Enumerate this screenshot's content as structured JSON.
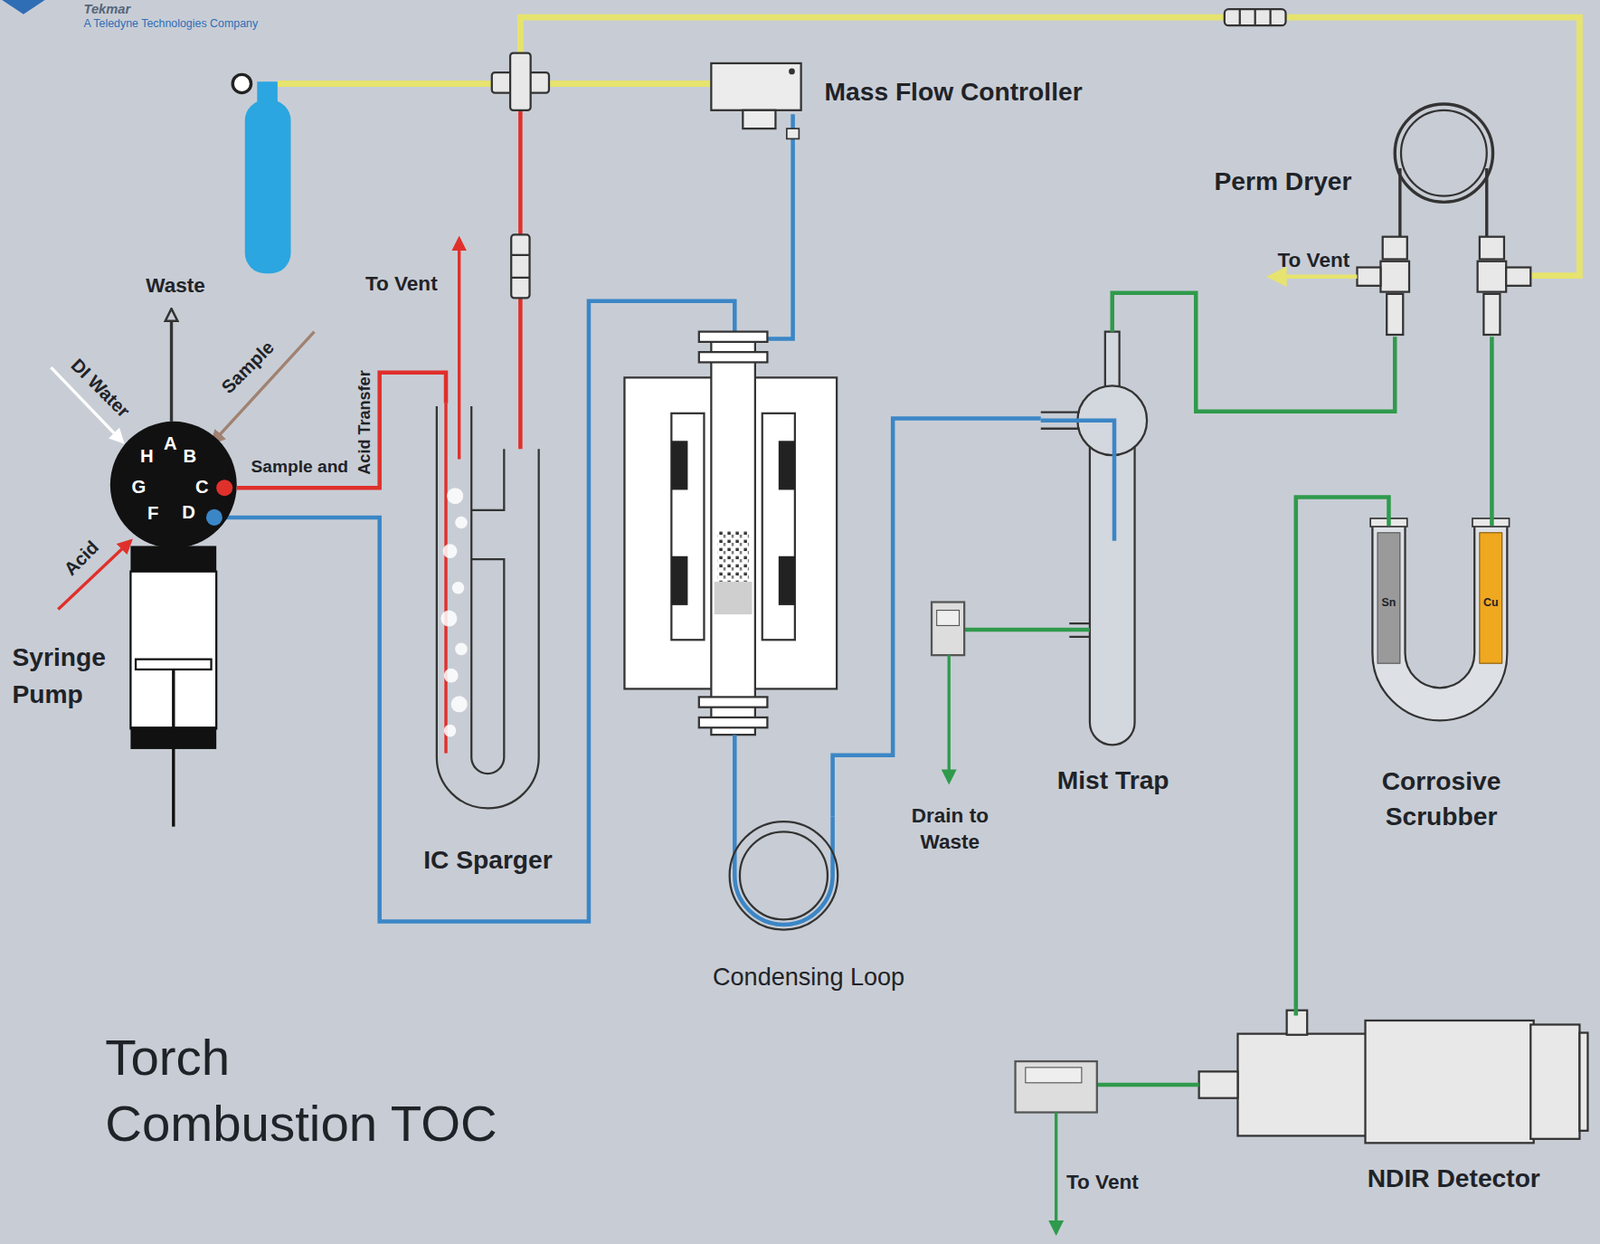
{
  "diagram": {
    "title": "Torch Combustion TOC",
    "nodes": [
      {
        "text": [
          "Mass Flow Controller"
        ]
      },
      {
        "text": [
          "Perm Dryer"
        ]
      },
      {
        "text": [
          "H",
          "A",
          "B",
          "G",
          "C",
          "F",
          "D"
        ]
      },
      {
        "text": [
          "Syringe Pump"
        ]
      },
      {
        "text": [
          "IC Sparger"
        ]
      },
      {
        "text": [
          "Mist Trap"
        ]
      },
      {
        "text": [
          "Sn",
          "Cu",
          "Corrosive Scrubber"
        ]
      },
      {
        "text": [
          "Condensing Loop"
        ]
      },
      {
        "text": [
          "NDIR Detector"
        ]
      }
    ],
    "edges": [
      {
        "from": 2,
        "to": 4,
        "arrow": "none"
      },
      {
        "from": 7,
        "to": 5,
        "arrow": "none"
      },
      {
        "from": 5,
        "to": 1,
        "arrow": "none"
      },
      {
        "from": 1,
        "to": 6,
        "arrow": "none"
      },
      {
        "from": 6,
        "to": 8,
        "arrow": "none"
      }
    ],
    "labels": [
      "Tekmar",
      "A Teledyne Technologies Company",
      "Waste",
      "DI Water",
      "Sample",
      "Acid",
      "Sample and",
      "Acid Transfer",
      "To Vent",
      "To Vent",
      "Drain to Waste",
      "To Vent"
    ]
  }
}
